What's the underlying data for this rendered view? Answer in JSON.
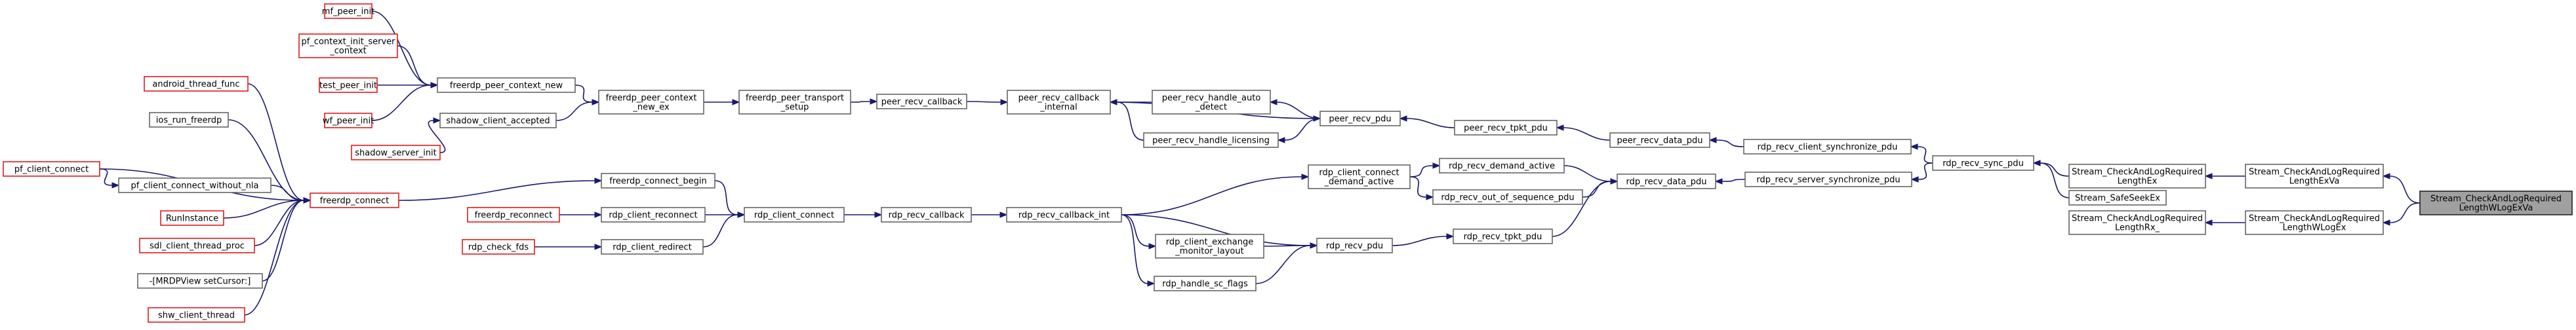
{
  "diagram": {
    "title": "",
    "nodes": [
      {
        "id": "mf_peer_init",
        "lines": [
          "mf_peer_init"
        ],
        "style": "red"
      },
      {
        "id": "pf_context_init_server_context",
        "lines": [
          "pf_context_init_server",
          "_context"
        ],
        "style": "red"
      },
      {
        "id": "test_peer_init",
        "lines": [
          "test_peer_init"
        ],
        "style": "red"
      },
      {
        "id": "wf_peer_init",
        "lines": [
          "wf_peer_init"
        ],
        "style": "red"
      },
      {
        "id": "freerdp_peer_context_new",
        "lines": [
          "freerdp_peer_context_new"
        ],
        "style": "normal"
      },
      {
        "id": "shadow_client_accepted",
        "lines": [
          "shadow_client_accepted"
        ],
        "style": "normal"
      },
      {
        "id": "shadow_server_init",
        "lines": [
          "shadow_server_init"
        ],
        "style": "red"
      },
      {
        "id": "freerdp_peer_context_new_ex",
        "lines": [
          "freerdp_peer_context",
          "_new_ex"
        ],
        "style": "normal"
      },
      {
        "id": "freerdp_peer_transport_setup",
        "lines": [
          "freerdp_peer_transport",
          "_setup"
        ],
        "style": "normal"
      },
      {
        "id": "peer_recv_callback",
        "lines": [
          "peer_recv_callback"
        ],
        "style": "normal"
      },
      {
        "id": "peer_recv_callback_internal",
        "lines": [
          "peer_recv_callback",
          "_internal"
        ],
        "style": "normal"
      },
      {
        "id": "peer_recv_handle_auto_detect",
        "lines": [
          "peer_recv_handle_auto",
          "_detect"
        ],
        "style": "normal"
      },
      {
        "id": "peer_recv_handle_licensing",
        "lines": [
          "peer_recv_handle_licensing"
        ],
        "style": "normal"
      },
      {
        "id": "peer_recv_pdu",
        "lines": [
          "peer_recv_pdu"
        ],
        "style": "normal"
      },
      {
        "id": "peer_recv_tpkt_pdu",
        "lines": [
          "peer_recv_tpkt_pdu"
        ],
        "style": "normal"
      },
      {
        "id": "peer_recv_data_pdu",
        "lines": [
          "peer_recv_data_pdu"
        ],
        "style": "normal"
      },
      {
        "id": "rdp_recv_client_synchronize_pdu",
        "lines": [
          "rdp_recv_client_synchronize_pdu"
        ],
        "style": "normal"
      },
      {
        "id": "rdp_recv_server_synchronize_pdu",
        "lines": [
          "rdp_recv_server_synchronize_pdu"
        ],
        "style": "normal"
      },
      {
        "id": "rdp_recv_sync_pdu",
        "lines": [
          "rdp_recv_sync_pdu"
        ],
        "style": "normal"
      },
      {
        "id": "Stream_CheckAndLogRequiredLengthEx",
        "lines": [
          "Stream_CheckAndLogRequired",
          "LengthEx"
        ],
        "style": "normal"
      },
      {
        "id": "Stream_SafeSeekEx",
        "lines": [
          "Stream_SafeSeekEx"
        ],
        "style": "normal"
      },
      {
        "id": "Stream_CheckAndLogRequiredLengthExVa",
        "lines": [
          "Stream_CheckAndLogRequired",
          "LengthExVa"
        ],
        "style": "normal"
      },
      {
        "id": "Stream_CheckAndLogRequiredLengthRx_",
        "lines": [
          "Stream_CheckAndLogRequired",
          "LengthRx_"
        ],
        "style": "normal"
      },
      {
        "id": "Stream_CheckAndLogRequiredLengthWLogEx",
        "lines": [
          "Stream_CheckAndLogRequired",
          "LengthWLogEx"
        ],
        "style": "normal"
      },
      {
        "id": "Stream_CheckAndLogRequiredLengthWLogExVa",
        "lines": [
          "Stream_CheckAndLogRequired",
          "LengthWLogExVa"
        ],
        "style": "current"
      },
      {
        "id": "android_thread_func",
        "lines": [
          "android_thread_func"
        ],
        "style": "red"
      },
      {
        "id": "ios_run_freerdp",
        "lines": [
          "ios_run_freerdp"
        ],
        "style": "normal"
      },
      {
        "id": "pf_client_connect",
        "lines": [
          "pf_client_connect"
        ],
        "style": "red"
      },
      {
        "id": "pf_client_connect_without_nla",
        "lines": [
          "pf_client_connect_without_nla"
        ],
        "style": "normal"
      },
      {
        "id": "RunInstance",
        "lines": [
          "RunInstance"
        ],
        "style": "red"
      },
      {
        "id": "sdl_client_thread_proc",
        "lines": [
          "sdl_client_thread_proc"
        ],
        "style": "red"
      },
      {
        "id": "MRDPView_setCursor",
        "lines": [
          "-[MRDPView setCursor:]"
        ],
        "style": "normal"
      },
      {
        "id": "shw_client_thread",
        "lines": [
          "shw_client_thread"
        ],
        "style": "red"
      },
      {
        "id": "freerdp_connect",
        "lines": [
          "freerdp_connect"
        ],
        "style": "red"
      },
      {
        "id": "freerdp_connect_begin",
        "lines": [
          "freerdp_connect_begin"
        ],
        "style": "normal"
      },
      {
        "id": "freerdp_reconnect",
        "lines": [
          "freerdp_reconnect"
        ],
        "style": "red"
      },
      {
        "id": "rdp_check_fds",
        "lines": [
          "rdp_check_fds"
        ],
        "style": "red"
      },
      {
        "id": "rdp_client_reconnect",
        "lines": [
          "rdp_client_reconnect"
        ],
        "style": "normal"
      },
      {
        "id": "rdp_client_redirect",
        "lines": [
          "rdp_client_redirect"
        ],
        "style": "normal"
      },
      {
        "id": "rdp_client_connect",
        "lines": [
          "rdp_client_connect"
        ],
        "style": "normal"
      },
      {
        "id": "rdp_recv_callback",
        "lines": [
          "rdp_recv_callback"
        ],
        "style": "normal"
      },
      {
        "id": "rdp_recv_callback_int",
        "lines": [
          "rdp_recv_callback_int"
        ],
        "style": "normal"
      },
      {
        "id": "rdp_client_connect_demand_active",
        "lines": [
          "rdp_client_connect",
          "_demand_active"
        ],
        "style": "normal"
      },
      {
        "id": "rdp_client_exchange_monitor_layout",
        "lines": [
          "rdp_client_exchange",
          "_monitor_layout"
        ],
        "style": "normal"
      },
      {
        "id": "rdp_handle_sc_flags",
        "lines": [
          "rdp_handle_sc_flags"
        ],
        "style": "normal"
      },
      {
        "id": "rdp_recv_pdu",
        "lines": [
          "rdp_recv_pdu"
        ],
        "style": "normal"
      },
      {
        "id": "rdp_recv_demand_active",
        "lines": [
          "rdp_recv_demand_active"
        ],
        "style": "normal"
      },
      {
        "id": "rdp_recv_out_of_sequence_pdu",
        "lines": [
          "rdp_recv_out_of_sequence_pdu"
        ],
        "style": "normal"
      },
      {
        "id": "rdp_recv_tpkt_pdu",
        "lines": [
          "rdp_recv_tpkt_pdu"
        ],
        "style": "normal"
      },
      {
        "id": "rdp_recv_data_pdu",
        "lines": [
          "rdp_recv_data_pdu"
        ],
        "style": "normal"
      }
    ],
    "edges": [
      [
        "mf_peer_init",
        "freerdp_peer_context_new"
      ],
      [
        "pf_context_init_server_context",
        "freerdp_peer_context_new"
      ],
      [
        "test_peer_init",
        "freerdp_peer_context_new"
      ],
      [
        "wf_peer_init",
        "freerdp_peer_context_new"
      ],
      [
        "freerdp_peer_context_new",
        "freerdp_peer_context_new_ex"
      ],
      [
        "shadow_client_accepted",
        "freerdp_peer_context_new_ex"
      ],
      [
        "shadow_server_init",
        "shadow_client_accepted"
      ],
      [
        "freerdp_peer_context_new_ex",
        "freerdp_peer_transport_setup"
      ],
      [
        "freerdp_peer_transport_setup",
        "peer_recv_callback"
      ],
      [
        "peer_recv_callback",
        "peer_recv_callback_internal"
      ],
      [
        "peer_recv_callback_internal",
        "peer_recv_pdu"
      ],
      [
        "peer_recv_handle_auto_detect",
        "peer_recv_callback_internal"
      ],
      [
        "peer_recv_handle_licensing",
        "peer_recv_callback_internal"
      ],
      [
        "peer_recv_pdu",
        "peer_recv_handle_auto_detect"
      ],
      [
        "peer_recv_pdu",
        "peer_recv_handle_licensing"
      ],
      [
        "peer_recv_tpkt_pdu",
        "peer_recv_pdu"
      ],
      [
        "peer_recv_data_pdu",
        "peer_recv_tpkt_pdu"
      ],
      [
        "rdp_recv_client_synchronize_pdu",
        "peer_recv_data_pdu"
      ],
      [
        "rdp_recv_sync_pdu",
        "rdp_recv_client_synchronize_pdu"
      ],
      [
        "rdp_recv_sync_pdu",
        "rdp_recv_server_synchronize_pdu"
      ],
      [
        "rdp_recv_server_synchronize_pdu",
        "rdp_recv_data_pdu"
      ],
      [
        "Stream_CheckAndLogRequiredLengthEx",
        "rdp_recv_sync_pdu"
      ],
      [
        "Stream_SafeSeekEx",
        "rdp_recv_sync_pdu"
      ],
      [
        "Stream_CheckAndLogRequiredLengthExVa",
        "Stream_CheckAndLogRequiredLengthEx"
      ],
      [
        "Stream_CheckAndLogRequiredLengthWLogExVa",
        "Stream_CheckAndLogRequiredLengthExVa"
      ],
      [
        "Stream_CheckAndLogRequiredLengthWLogExVa",
        "Stream_CheckAndLogRequiredLengthWLogEx"
      ],
      [
        "Stream_CheckAndLogRequiredLengthWLogEx",
        "Stream_CheckAndLogRequiredLengthRx_"
      ],
      [
        "android_thread_func",
        "freerdp_connect"
      ],
      [
        "ios_run_freerdp",
        "freerdp_connect"
      ],
      [
        "pf_client_connect",
        "freerdp_connect"
      ],
      [
        "pf_client_connect",
        "pf_client_connect_without_nla"
      ],
      [
        "pf_client_connect_without_nla",
        "freerdp_connect"
      ],
      [
        "RunInstance",
        "freerdp_connect"
      ],
      [
        "sdl_client_thread_proc",
        "freerdp_connect"
      ],
      [
        "MRDPView_setCursor",
        "freerdp_connect"
      ],
      [
        "shw_client_thread",
        "freerdp_connect"
      ],
      [
        "freerdp_connect",
        "freerdp_connect_begin"
      ],
      [
        "freerdp_reconnect",
        "rdp_client_reconnect"
      ],
      [
        "rdp_check_fds",
        "rdp_client_redirect"
      ],
      [
        "freerdp_connect_begin",
        "rdp_client_connect"
      ],
      [
        "rdp_client_reconnect",
        "rdp_client_connect"
      ],
      [
        "rdp_client_redirect",
        "rdp_client_connect"
      ],
      [
        "rdp_client_connect",
        "rdp_recv_callback"
      ],
      [
        "rdp_recv_callback",
        "rdp_recv_callback_int"
      ],
      [
        "rdp_recv_callback_int",
        "rdp_client_connect_demand_active"
      ],
      [
        "rdp_recv_callback_int",
        "rdp_client_exchange_monitor_layout"
      ],
      [
        "rdp_recv_callback_int",
        "rdp_handle_sc_flags"
      ],
      [
        "rdp_recv_callback_int",
        "rdp_recv_pdu"
      ],
      [
        "rdp_client_exchange_monitor_layout",
        "rdp_recv_pdu"
      ],
      [
        "rdp_handle_sc_flags",
        "rdp_recv_pdu"
      ],
      [
        "rdp_client_connect_demand_active",
        "rdp_recv_demand_active"
      ],
      [
        "rdp_client_connect_demand_active",
        "rdp_recv_out_of_sequence_pdu"
      ],
      [
        "rdp_recv_pdu",
        "rdp_recv_tpkt_pdu"
      ],
      [
        "rdp_recv_demand_active",
        "rdp_recv_data_pdu"
      ],
      [
        "rdp_recv_out_of_sequence_pdu",
        "rdp_recv_data_pdu"
      ],
      [
        "rdp_recv_tpkt_pdu",
        "rdp_recv_data_pdu"
      ]
    ]
  }
}
